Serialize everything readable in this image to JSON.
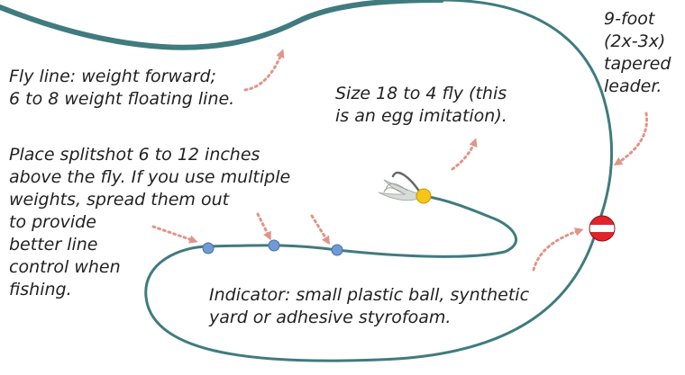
{
  "colors": {
    "line": "#3f7b7f",
    "arrow": "#e0958a",
    "splitshot": "#6f9ad4",
    "indicator_red": "#e0242a",
    "fly_bead": "#f5c518",
    "fly_body": "#d8dcd8"
  },
  "labels": {
    "leader": [
      "9-foot",
      "(2x-3x)",
      "tapered",
      "leader."
    ],
    "fly_line": [
      "Fly line: weight forward;",
      "6 to 8 weight floating line."
    ],
    "fly": [
      "Size 18 to 4 fly (this",
      "is an egg imitation)."
    ],
    "splitshot": [
      "Place splitshot 6 to 12 inches",
      "above the fly. If you use multiple",
      "weights, spread them out",
      "to provide",
      "better line",
      "control when",
      "fishing."
    ],
    "indicator": [
      "Indicator: small plastic ball, synthetic",
      "yard or adhesive styrofoam."
    ]
  }
}
